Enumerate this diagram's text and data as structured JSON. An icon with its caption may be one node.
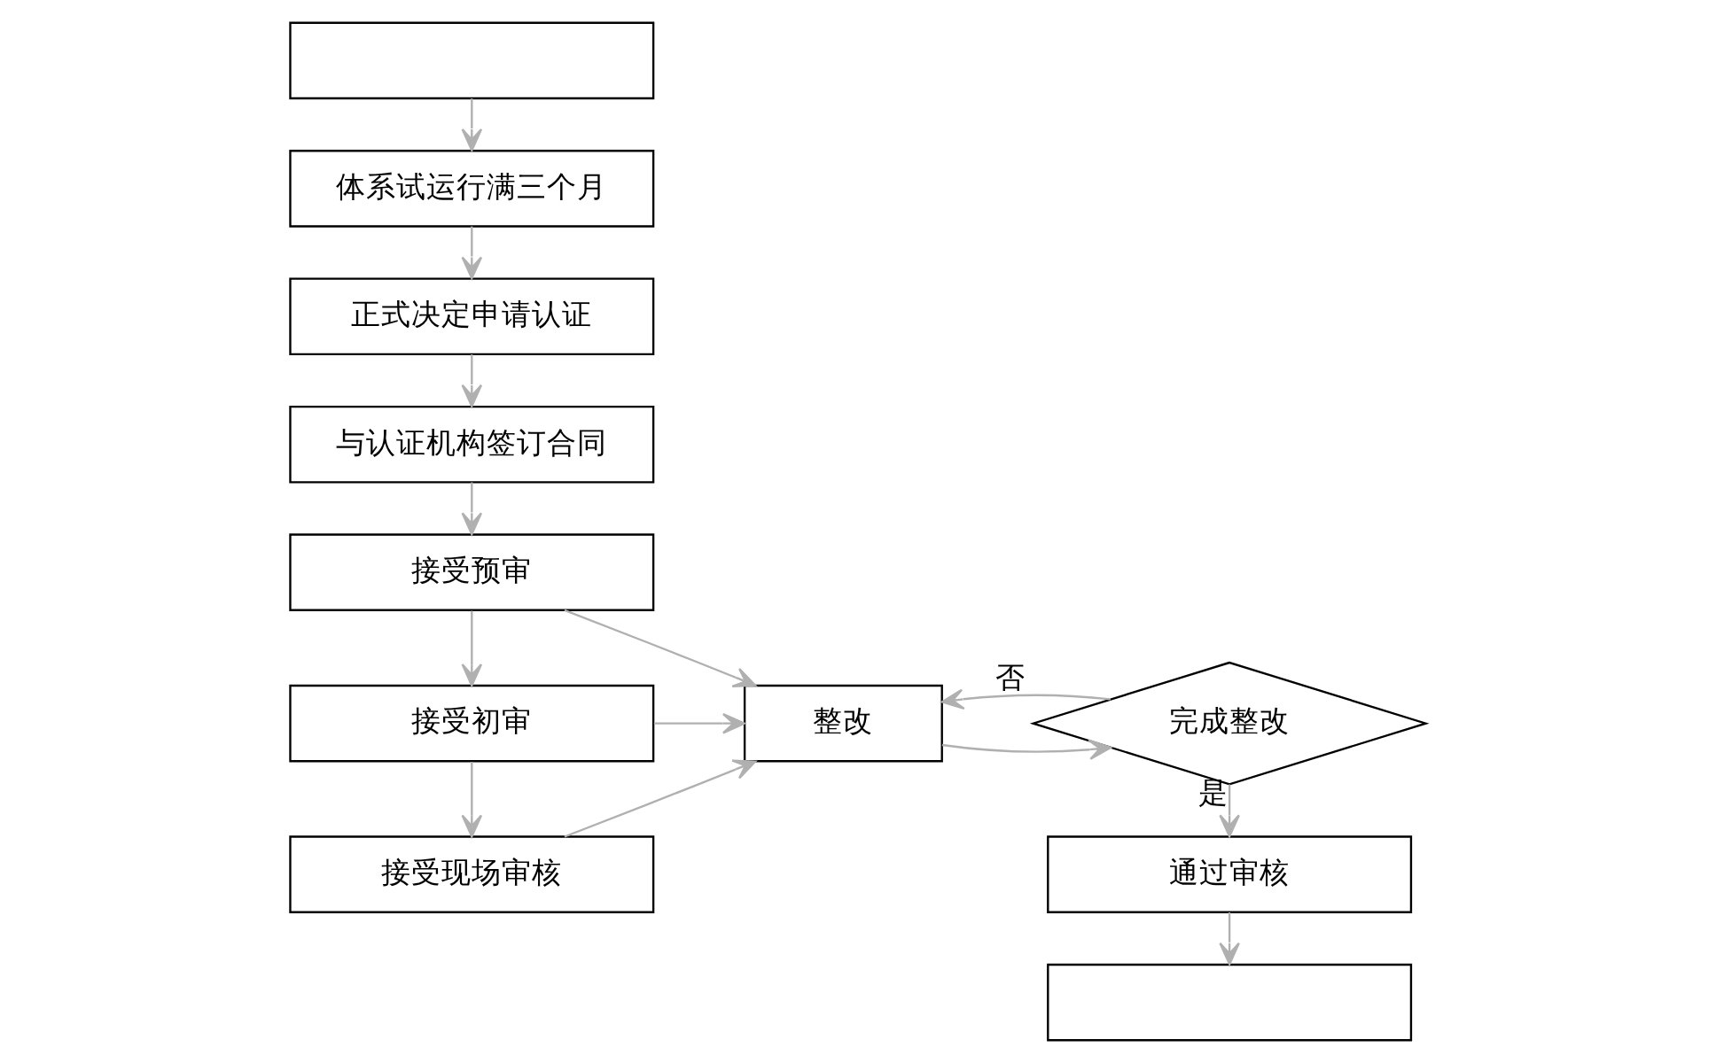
{
  "diagram": {
    "nodes": [
      {
        "text": [],
        "shape": "box"
      },
      {
        "text": [
          "体系试运行满三个月"
        ]
      },
      {
        "text": [
          "正式决定申请认证"
        ]
      },
      {
        "text": [
          "与认证机构签订合同"
        ]
      },
      {
        "text": [
          "接受预审"
        ]
      },
      {
        "text": [
          "接受初审"
        ]
      },
      {
        "text": [
          "接受现场审核"
        ]
      },
      {
        "text": [
          "整改"
        ]
      },
      {
        "text": [
          "完成整改"
        ]
      },
      {
        "text": [
          "通过审核"
        ]
      },
      {
        "text": [],
        "shape": "box"
      }
    ],
    "edges": [
      {
        "from": 0,
        "to": 1,
        "arrow": "to"
      },
      {
        "from": 1,
        "to": 2,
        "arrow": "to"
      },
      {
        "from": 2,
        "to": 3,
        "arrow": "to"
      },
      {
        "from": 3,
        "to": 4,
        "arrow": "to"
      },
      {
        "from": 4,
        "to": 5,
        "arrow": "to"
      },
      {
        "from": 5,
        "to": 6,
        "arrow": "to"
      },
      {
        "from": 4,
        "to": 7,
        "arrow": "to"
      },
      {
        "from": 5,
        "to": 7,
        "arrow": "to"
      },
      {
        "from": 6,
        "to": 7,
        "arrow": "to"
      },
      {
        "from": 7,
        "to": 8,
        "arrow": "to"
      },
      {
        "from": 8,
        "to": 7,
        "arrow": "to",
        "label": "否"
      },
      {
        "from": 8,
        "to": 9,
        "arrow": "to",
        "label": "是"
      },
      {
        "from": 9,
        "to": 10,
        "arrow": "to"
      }
    ]
  }
}
